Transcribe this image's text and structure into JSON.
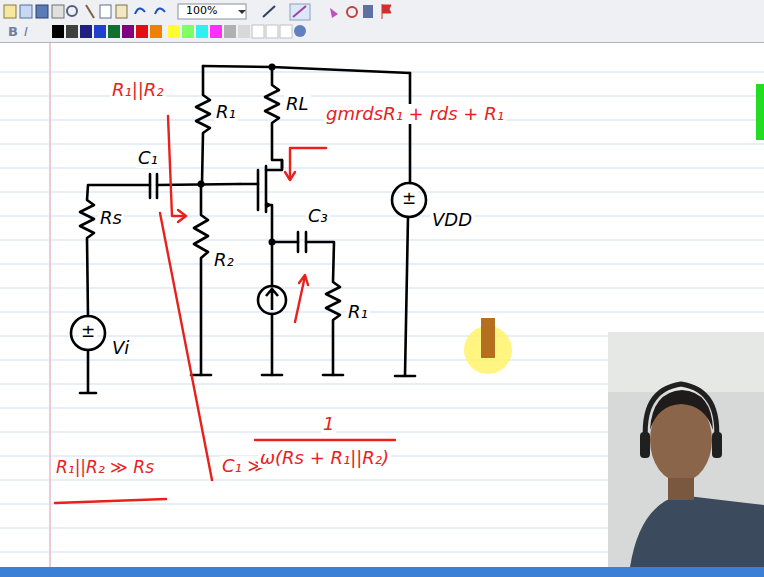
{
  "diagram": {
    "labels": [
      "100%",
      "B",
      "I",
      "R₁||R₂",
      "C₁",
      "R₁",
      "RL",
      "gmrdsR₁ + rds + R₁",
      "Rs",
      "R₂",
      "C₃",
      "±",
      "VDD",
      "±",
      "Vi",
      "R₁",
      "R₁||R₂ ≫ Rs",
      "C₁ ≫",
      "1",
      "ω(Rs + R₁||R₂)"
    ]
  }
}
